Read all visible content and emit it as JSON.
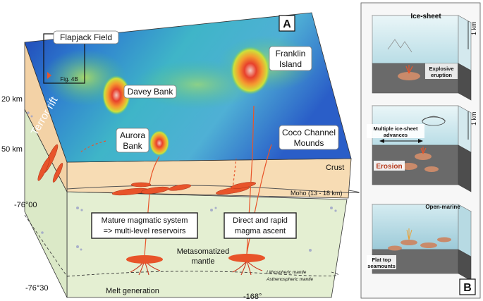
{
  "panel_a": {
    "tag": "A",
    "sites": {
      "flapjack": "Flapjack Field",
      "fig4b": "Fig. 4B",
      "davey": "Davey Bank",
      "franklin_1": "Franklin",
      "franklin_2": "Island",
      "aurora_1": "Aurora",
      "aurora_2": "Bank",
      "coco_1": "Coco Channel",
      "coco_2": "Mounds"
    },
    "terror_rift": "Terror rift",
    "depths": {
      "d20": "20 km",
      "d50": "50 km"
    },
    "layers": {
      "crust": "Crust",
      "moho": "Moho (13 - 18 km)"
    },
    "lat": {
      "lat1": "-76°00",
      "lat2": "-76°30"
    },
    "lon": {
      "lon1": "-168°"
    },
    "boxes": {
      "mature_1": "Mature magmatic system",
      "mature_2": "=> multi-level reservoirs",
      "direct_1": "Direct and rapid",
      "direct_2": "magma ascent"
    },
    "metasomatized_1": "Metasomatized",
    "metasomatized_2": "mantle",
    "melt": "Melt generation",
    "lithospheric": "Lithospheric mantle",
    "asthenospheric": "Asthenospheric mantle"
  },
  "panel_b": {
    "tag": "B",
    "stage1": {
      "title": "Ice-sheet",
      "scale": "1 km",
      "note_1": "Explosive",
      "note_2": "eruption"
    },
    "stage2": {
      "scale": "1 km",
      "note_1": "Multiple ice-sheet",
      "note_2": "advances",
      "erosion": "Erosion"
    },
    "stage3": {
      "title": "Open-marine",
      "note_1": "Flat top",
      "note_2": "seamounts"
    }
  },
  "colors": {
    "magma": "#e8542a",
    "crust": "#f7dcb4",
    "mantle": "#e4efd2",
    "seafloor_deep": "#1a3fb0",
    "ice": "#cfe8ee"
  }
}
